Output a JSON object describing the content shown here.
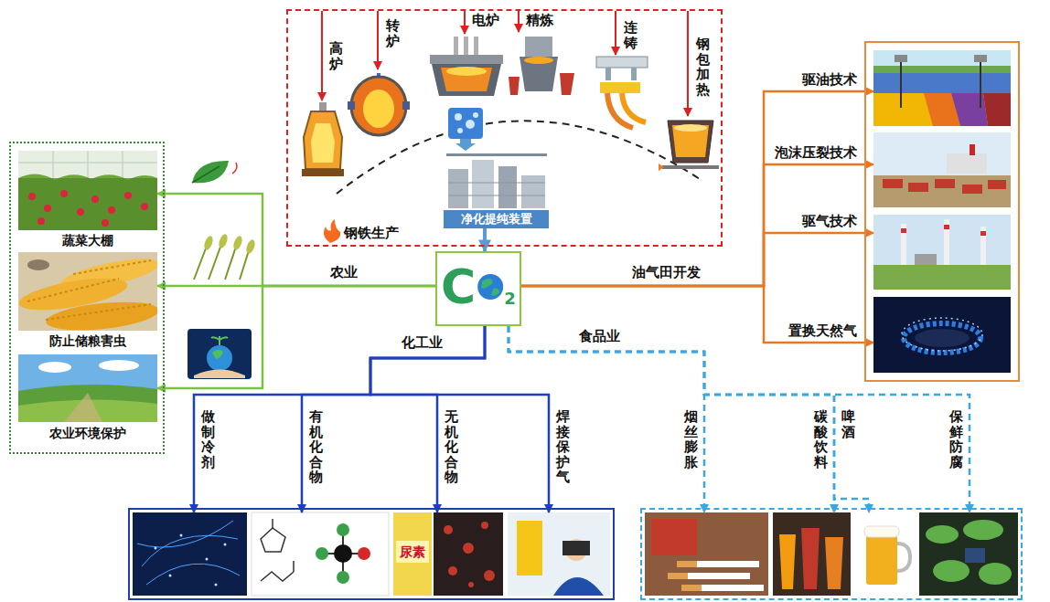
{
  "diagram": {
    "nodes": [
      {
        "text": [
          "钢铁生产"
        ]
      },
      {
        "text": [
          "净化提纯装置"
        ],
        "in": 0
      },
      {
        "text": [
          "C",
          "2"
        ]
      },
      {
        "text": []
      },
      {
        "text": [
          "蔬菜大棚"
        ],
        "in": 3
      },
      {
        "text": [
          "防止储粮害虫"
        ],
        "in": 3
      },
      {
        "text": [
          "农业环境保护"
        ],
        "in": 3
      },
      {
        "text": []
      },
      {
        "text": [
          "驱油技术"
        ],
        "in": 7
      },
      {
        "text": [
          "泡沫压裂技术"
        ],
        "in": 7
      },
      {
        "text": [
          "驱气技术"
        ],
        "in": 7
      },
      {
        "text": [
          "置换天然气"
        ],
        "in": 7
      },
      {
        "text": []
      },
      {
        "text": [
          "做制冷剂"
        ],
        "in": 12
      },
      {
        "text": [
          "有机化合物"
        ],
        "in": 12
      },
      {
        "text": [
          "无机化合物"
        ],
        "in": 12
      },
      {
        "text": [
          "焊接保护气"
        ],
        "in": 12
      },
      {
        "text": []
      },
      {
        "text": [
          "烟丝膨胀"
        ],
        "in": 17
      },
      {
        "text": [
          "碳酸饮料"
        ],
        "in": 17
      },
      {
        "text": [
          "啤酒"
        ],
        "in": 17
      },
      {
        "text": [
          "保鲜防腐"
        ],
        "in": 17
      }
    ],
    "edges": [
      {
        "from": 1,
        "to": 2,
        "arrow": "to"
      },
      {
        "from": 2,
        "to": 4,
        "arrow": "to"
      },
      {
        "from": 2,
        "to": 5,
        "arrow": "to",
        "label": "农业"
      },
      {
        "from": 2,
        "to": 6,
        "arrow": "to"
      },
      {
        "from": 2,
        "to": 8,
        "arrow": "to",
        "label": "油气田开发"
      },
      {
        "from": 2,
        "to": 9,
        "arrow": "to"
      },
      {
        "from": 2,
        "to": 10,
        "arrow": "to"
      },
      {
        "from": 2,
        "to": 11,
        "arrow": "to"
      },
      {
        "from": 2,
        "to": 13,
        "arrow": "to",
        "label": "化工业"
      },
      {
        "from": 2,
        "to": 14,
        "arrow": "to"
      },
      {
        "from": 2,
        "to": 15,
        "arrow": "to"
      },
      {
        "from": 2,
        "to": 16,
        "arrow": "to"
      },
      {
        "from": 2,
        "to": 18,
        "arrow": "to",
        "label": "食品业"
      },
      {
        "from": 2,
        "to": 19,
        "arrow": "to"
      },
      {
        "from": 2,
        "to": 20,
        "arrow": "to"
      },
      {
        "from": 2,
        "to": 21,
        "arrow": "to"
      }
    ],
    "labels": [
      "高炉",
      "转炉",
      "电炉",
      "精炼",
      "连铸",
      "钢包加热",
      "尿素"
    ]
  }
}
